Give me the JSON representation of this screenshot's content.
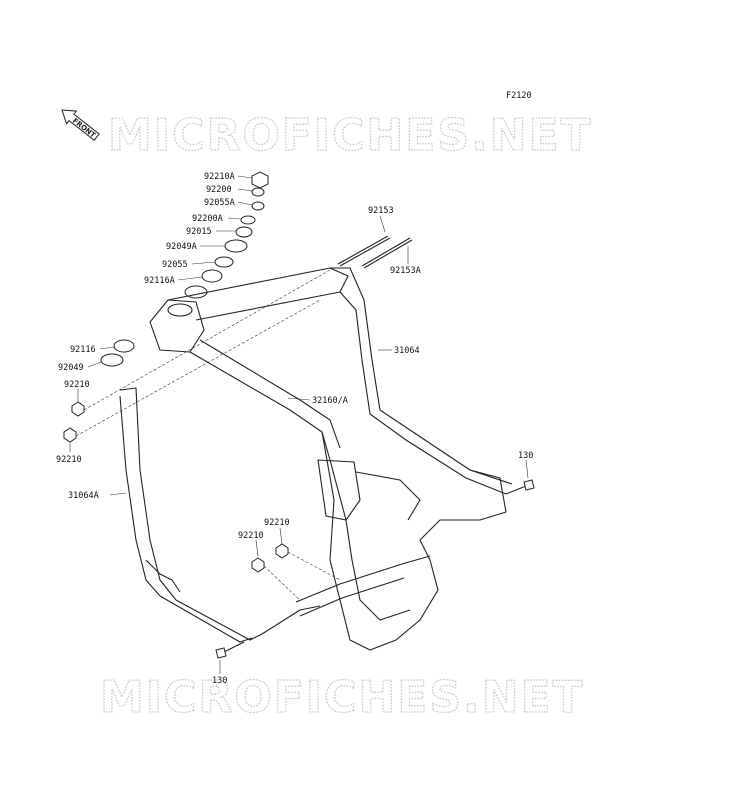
{
  "figure_code": "F2120",
  "watermark": "MICROFICHES.NET",
  "front_badge": "FRONT",
  "parts": [
    {
      "id": "p92210A_top",
      "label": "92210A"
    },
    {
      "id": "p92200",
      "label": "92200"
    },
    {
      "id": "p92055A",
      "label": "92055A"
    },
    {
      "id": "p92200A",
      "label": "92200A"
    },
    {
      "id": "p92015",
      "label": "92015"
    },
    {
      "id": "p92049A",
      "label": "92049A"
    },
    {
      "id": "p92055",
      "label": "92055"
    },
    {
      "id": "p92116A",
      "label": "92116A"
    },
    {
      "id": "p92116",
      "label": "92116"
    },
    {
      "id": "p92049",
      "label": "92049"
    },
    {
      "id": "p92210_l1",
      "label": "92210"
    },
    {
      "id": "p92210_l2",
      "label": "92210"
    },
    {
      "id": "p31064A",
      "label": "31064A"
    },
    {
      "id": "p92153",
      "label": "92153"
    },
    {
      "id": "p92153A",
      "label": "92153A"
    },
    {
      "id": "p31064",
      "label": "31064"
    },
    {
      "id": "p32160A",
      "label": "32160/A"
    },
    {
      "id": "p130_r",
      "label": "130"
    },
    {
      "id": "p92210_m1",
      "label": "92210"
    },
    {
      "id": "p92210_m2",
      "label": "92210"
    },
    {
      "id": "p130_b",
      "label": "130"
    }
  ]
}
